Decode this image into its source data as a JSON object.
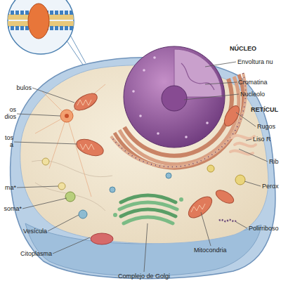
{
  "diagram": {
    "labels": [
      "NÚCLEO",
      "Envoltura nu",
      "Cromatina",
      "Nucleolo",
      "RETÍCUL",
      "Rugos",
      "Liso R",
      "Rib",
      "Perox",
      "Polirriboso",
      "Mitocondria",
      "Complejo de Golgi",
      "Citoplasma",
      "Vesícula",
      "soma*",
      "ma*",
      "tos a",
      "os dios",
      "bulos"
    ]
  }
}
